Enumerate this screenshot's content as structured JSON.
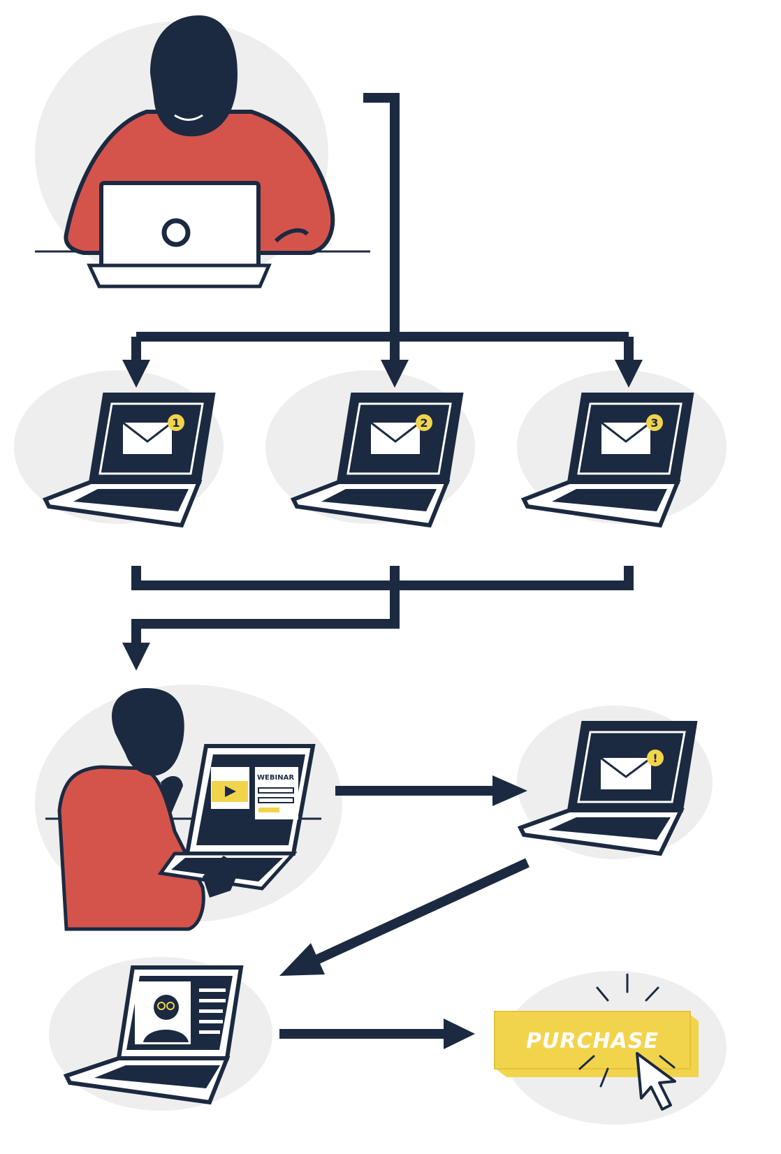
{
  "palette": {
    "navy": "#1b2a41",
    "red": "#d4544b",
    "yellow": "#f2d44c",
    "white": "#ffffff",
    "shadow": "#eeeeee"
  },
  "emails": [
    {
      "badge": "1"
    },
    {
      "badge": "2"
    },
    {
      "badge": "3"
    }
  ],
  "notification": {
    "badge": "!"
  },
  "webinar": {
    "label": "WEBINAR"
  },
  "purchase": {
    "label": "PURCHASE"
  }
}
